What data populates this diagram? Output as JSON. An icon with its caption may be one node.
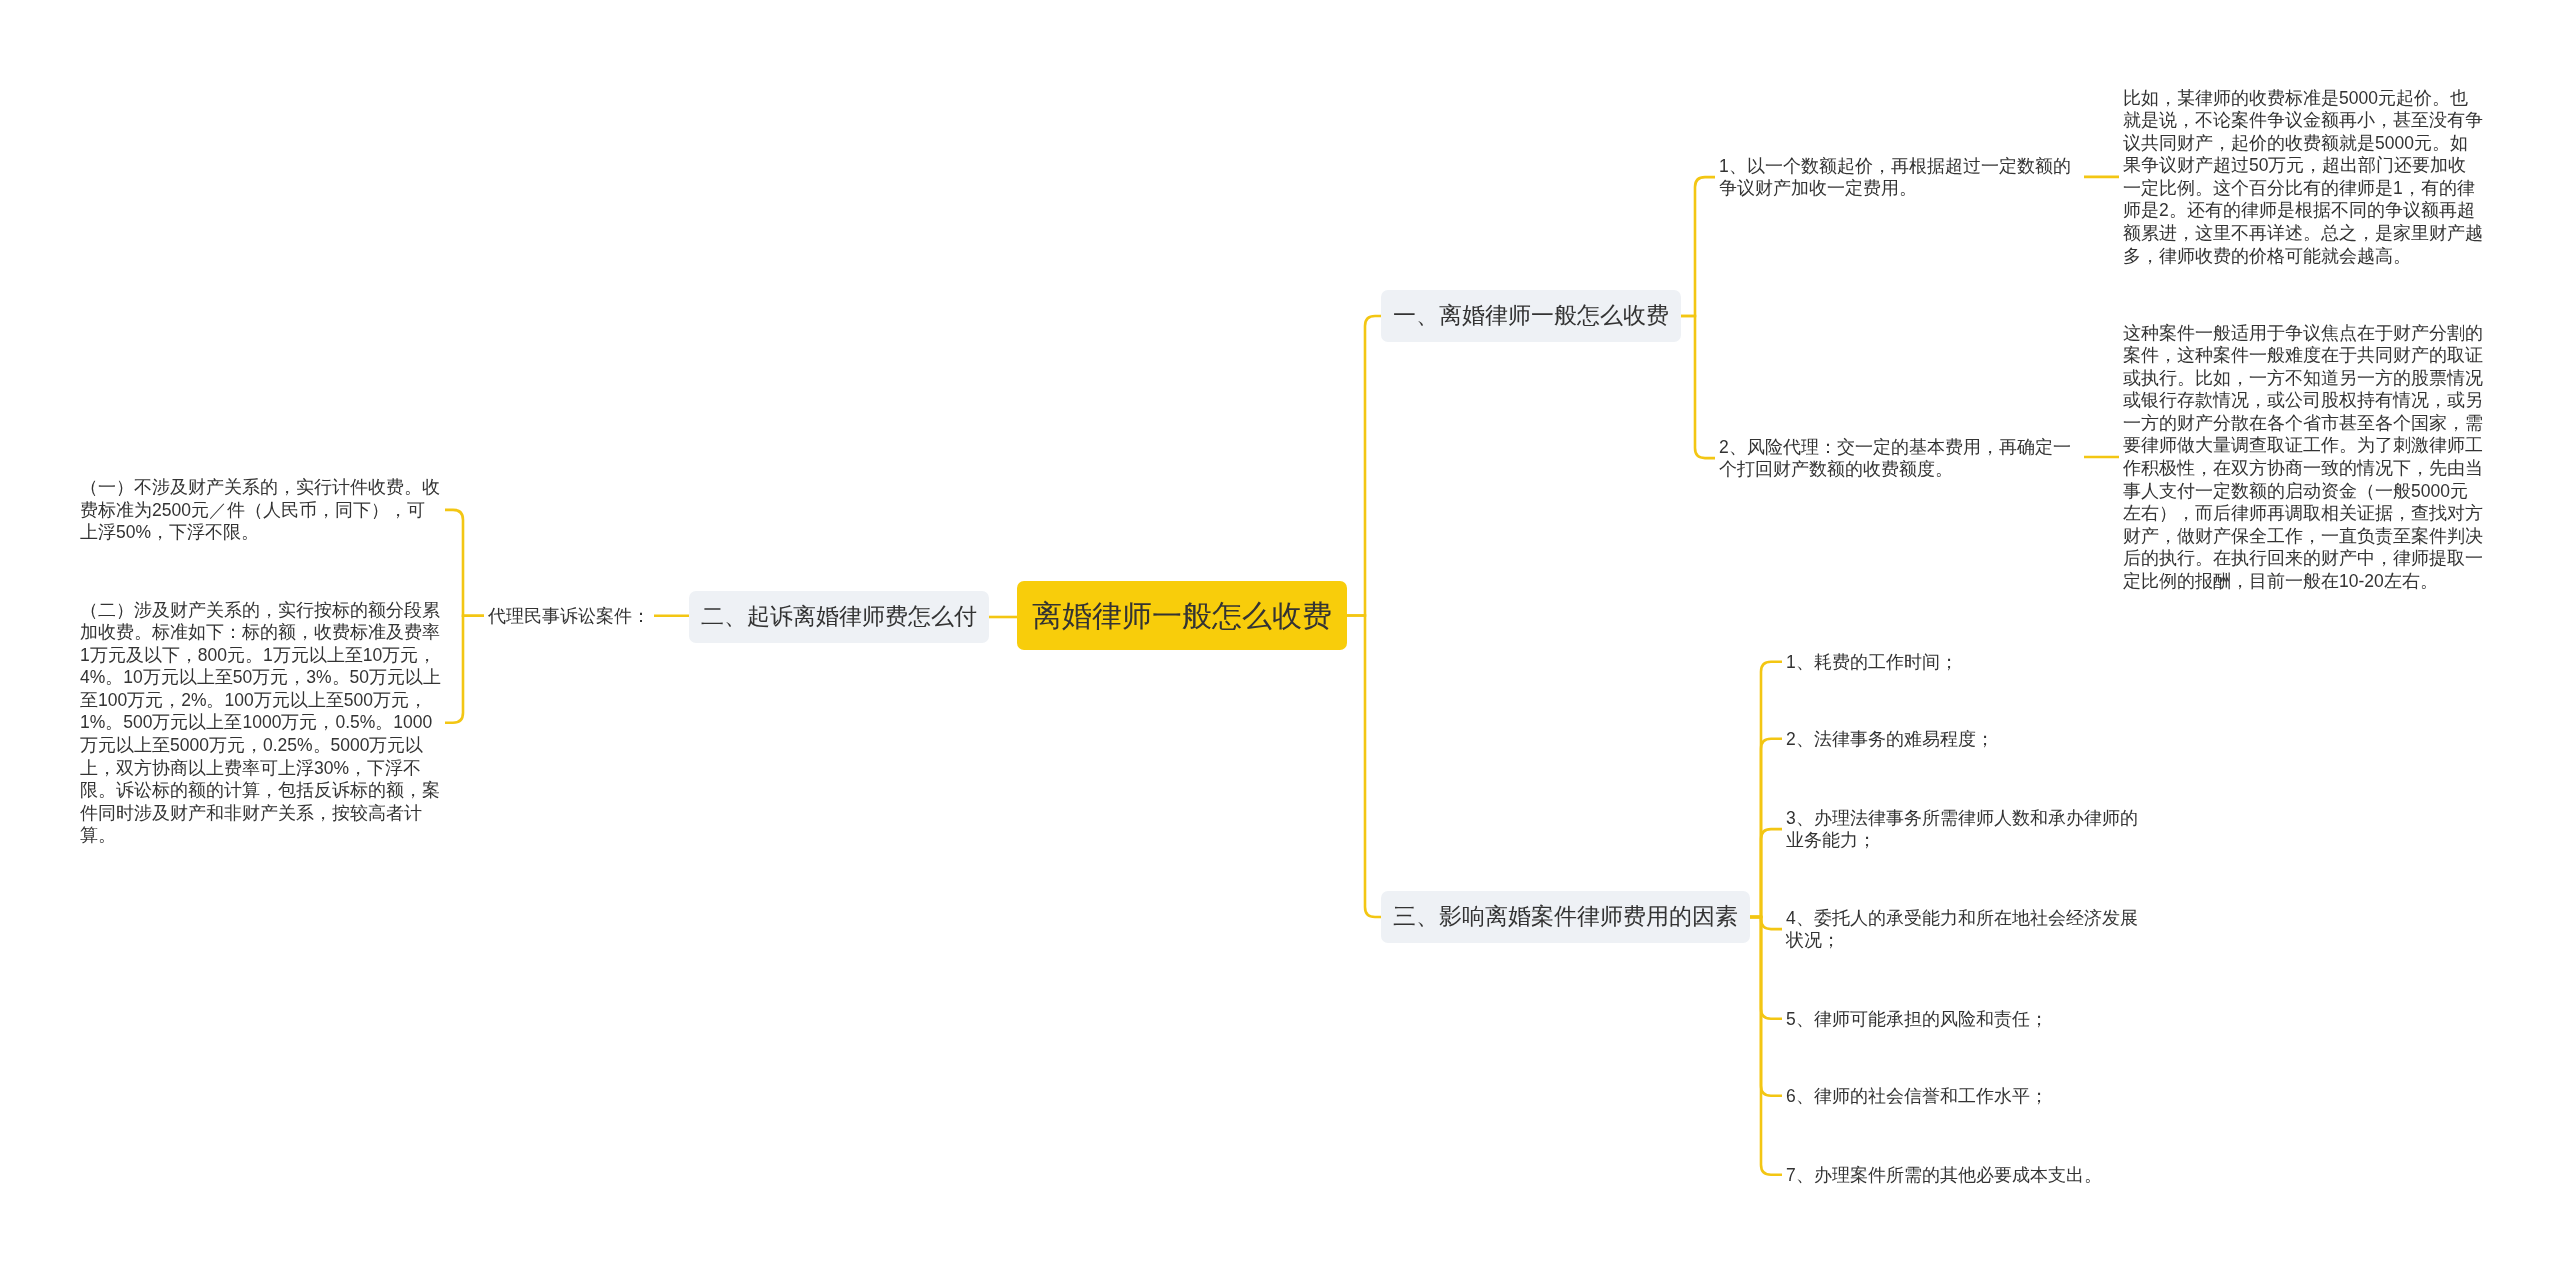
{
  "diagram": {
    "nodes": [
      {
        "text": [
          "离婚律师一般怎么收费"
        ]
      },
      {
        "text": [
          "一、离婚律师一般怎么收费"
        ]
      },
      {
        "text": [
          "1、以一个数额起价，再根据超过一定数额的争议财产加收一定费用。"
        ]
      },
      {
        "text": [
          "比如，某律师的收费标准是5000元起价。也就是说，不论案件争议金额再小，甚至没有争议共同财产，起价的收费额就是5000元。如果争议财产超过50万元，超出部门还要加收一定比例。这个百分比有的律师是1，有的律师是2。还有的律师是根据不同的争议额再超额累进，这里不再详述。总之，是家里财产越多，律师收费的价格可能就会越高。"
        ]
      },
      {
        "text": [
          "2、风险代理：交一定的基本费用，再确定一个打回财产数额的收费额度。"
        ]
      },
      {
        "text": [
          "这种案件一般适用于争议焦点在于财产分割的案件，这种案件一般难度在于共同财产的取证或执行。比如，一方不知道另一方的股票情况或银行存款情况，或公司股权持有情况，或另一方的财产分散在各个省市甚至各个国家，需要律师做大量调查取证工作。为了刺激律师工作积极性，在双方协商一致的情况下，先由当事人支付一定数额的启动资金（一般5000元左右），而后律师再调取相关证据，查找对方财产，做财产保全工作，一直负责至案件判决后的执行。在执行回来的财产中，律师提取一定比例的报酬，目前一般在10-20左右。"
        ]
      },
      {
        "text": [
          "二、起诉离婚律师费怎么付"
        ]
      },
      {
        "text": [
          "代理民事诉讼案件："
        ]
      },
      {
        "text": [
          "（一）不涉及财产关系的，实行计件收费。收费标准为2500元／件（人民币，同下），可上浮50%，下浮不限。"
        ]
      },
      {
        "text": [
          "（二）涉及财产关系的，实行按标的额分段累加收费。标准如下：标的额，收费标准及费率1万元及以下，800元。1万元以上至10万元，4%。10万元以上至50万元，3%。50万元以上至100万元，2%。100万元以上至500万元，1%。500万元以上至1000万元，0.5%。1000万元以上至5000万元，0.25%。5000万元以上，双方协商以上费率可上浮30%，下浮不限。诉讼标的额的计算，包括反诉标的额，案件同时涉及财产和非财产关系，按较高者计算。"
        ]
      },
      {
        "text": [
          "三、影响离婚案件律师费用的因素"
        ]
      },
      {
        "text": [
          "1、耗费的工作时间；"
        ]
      },
      {
        "text": [
          "2、法律事务的难易程度；"
        ]
      },
      {
        "text": [
          "3、办理法律事务所需律师人数和承办律师的业务能力；"
        ]
      },
      {
        "text": [
          "4、委托人的承受能力和所在地社会经济发展状况；"
        ]
      },
      {
        "text": [
          "5、律师可能承担的风险和责任；"
        ]
      },
      {
        "text": [
          "6、律师的社会信誉和工作水平；"
        ]
      },
      {
        "text": [
          "7、办理案件所需的其他必要成本支出。"
        ]
      }
    ],
    "edges": [
      {
        "from": 0,
        "to": 1,
        "arrow": "none"
      },
      {
        "from": 1,
        "to": 2,
        "arrow": "none"
      },
      {
        "from": 2,
        "to": 3,
        "arrow": "none"
      },
      {
        "from": 1,
        "to": 4,
        "arrow": "none"
      },
      {
        "from": 4,
        "to": 5,
        "arrow": "none"
      },
      {
        "from": 0,
        "to": 6,
        "arrow": "none"
      },
      {
        "from": 6,
        "to": 7,
        "arrow": "none"
      },
      {
        "from": 7,
        "to": 8,
        "arrow": "none"
      },
      {
        "from": 7,
        "to": 9,
        "arrow": "none"
      },
      {
        "from": 0,
        "to": 10,
        "arrow": "none"
      },
      {
        "from": 10,
        "to": 11,
        "arrow": "none"
      },
      {
        "from": 10,
        "to": 12,
        "arrow": "none"
      },
      {
        "from": 10,
        "to": 13,
        "arrow": "none"
      },
      {
        "from": 10,
        "to": 14,
        "arrow": "none"
      },
      {
        "from": 10,
        "to": 15,
        "arrow": "none"
      },
      {
        "from": 10,
        "to": 16,
        "arrow": "none"
      },
      {
        "from": 10,
        "to": 17,
        "arrow": "none"
      }
    ]
  }
}
